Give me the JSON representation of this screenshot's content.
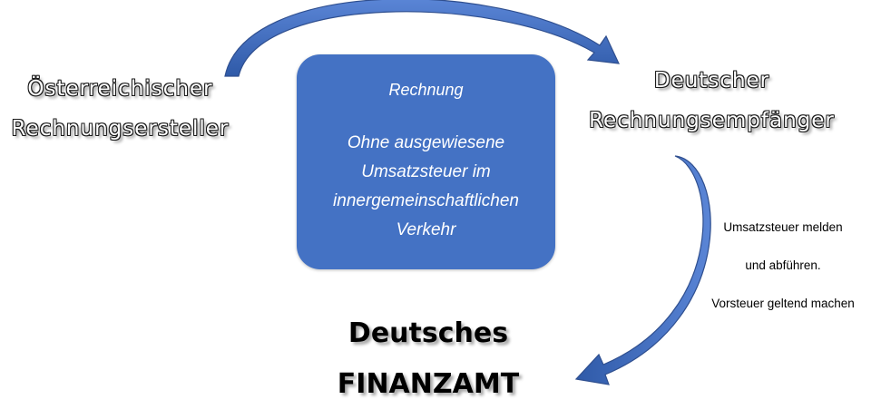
{
  "sender": {
    "lines": [
      "Österreichischer",
      "Rechnungsersteller"
    ]
  },
  "recipient": {
    "lines": [
      "Deutscher",
      "Rechnungsempfänger"
    ]
  },
  "invoice": {
    "title": "Rechnung",
    "lines": [
      "Ohne ausgewiesene",
      "Umsatzsteuer im",
      "innergemeinschaftlichen",
      "Verkehr"
    ]
  },
  "tax_notes": {
    "lines": [
      "Umsatzsteuer melden",
      "und abführen.",
      "Vorsteuer geltend machen"
    ]
  },
  "authority": {
    "lines": [
      "Deutsches",
      "FINANZAMT"
    ]
  },
  "colors": {
    "box_fill": "#4472c4",
    "arrow_fill": "#3f68b8",
    "arrow_outline": "#2f4f8f"
  }
}
